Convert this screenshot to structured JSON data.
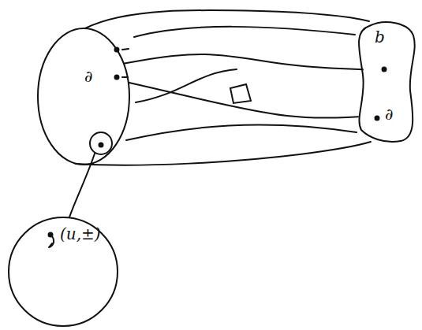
{
  "diagram": {
    "nodes": [
      {
        "text": [
          "∂"
        ]
      },
      {
        "text": [
          "b",
          "∂"
        ]
      },
      {
        "text": [
          "(u,±)"
        ]
      }
    ],
    "edges": [
      {
        "from": 0,
        "to": 1,
        "arrow": "none"
      },
      {
        "from": 0,
        "to": 1,
        "arrow": "none"
      }
    ]
  }
}
